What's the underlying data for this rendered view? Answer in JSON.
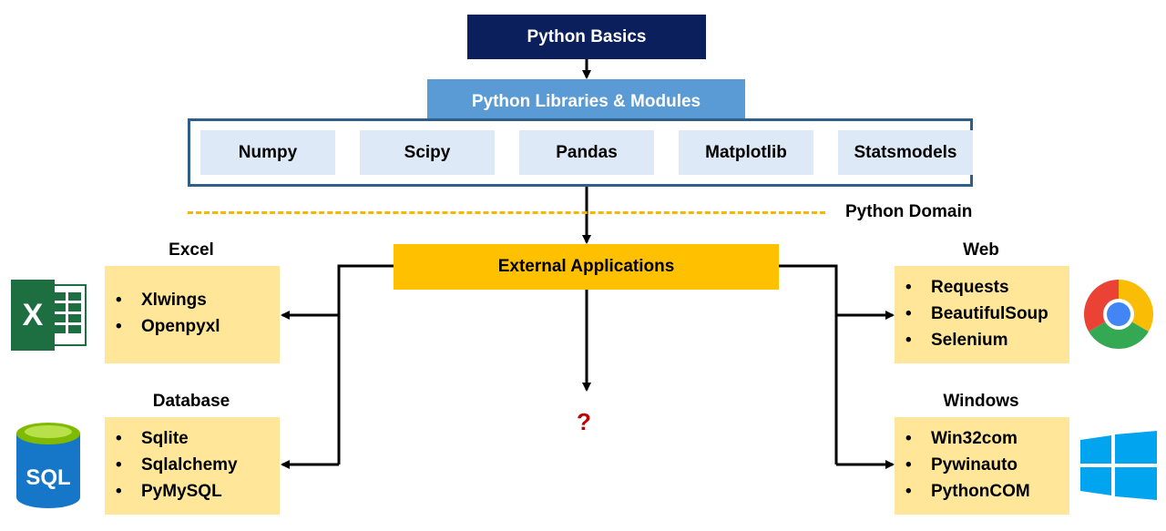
{
  "top": {
    "basics": "Python Basics",
    "libraries": "Python Libraries & Modules",
    "modules": [
      "Numpy",
      "Scipy",
      "Pandas",
      "Matplotlib",
      "Statsmodels"
    ]
  },
  "domain_label": "Python Domain",
  "external": "External Applications",
  "groups": {
    "excel": {
      "title": "Excel",
      "items": [
        "Xlwings",
        "Openpyxl"
      ]
    },
    "database": {
      "title": "Database",
      "items": [
        "Sqlite",
        "Sqlalchemy",
        "PyMySQL"
      ]
    },
    "web": {
      "title": "Web",
      "items": [
        "Requests",
        "BeautifulSoup",
        "Selenium"
      ]
    },
    "windows": {
      "title": "Windows",
      "items": [
        "Win32com",
        "Pywinauto",
        "PythonCOM"
      ]
    }
  },
  "icons": {
    "excel": {
      "name": "excel-icon",
      "letter": "X",
      "color": "#1d6f42"
    },
    "sql": {
      "name": "sql-database-icon",
      "letter": "SQL",
      "color": "#1677c9"
    },
    "chrome": {
      "name": "chrome-icon"
    },
    "windows": {
      "name": "windows-icon",
      "color": "#00a4ef"
    }
  },
  "unknown": "?",
  "colors": {
    "basics": "#0b1f5c",
    "libraries": "#5b9bd5",
    "module_box": "#dde9f6",
    "external": "#ffc000",
    "group_box": "#ffe699",
    "domain_line": "#f5b800",
    "question": "#c00000"
  }
}
